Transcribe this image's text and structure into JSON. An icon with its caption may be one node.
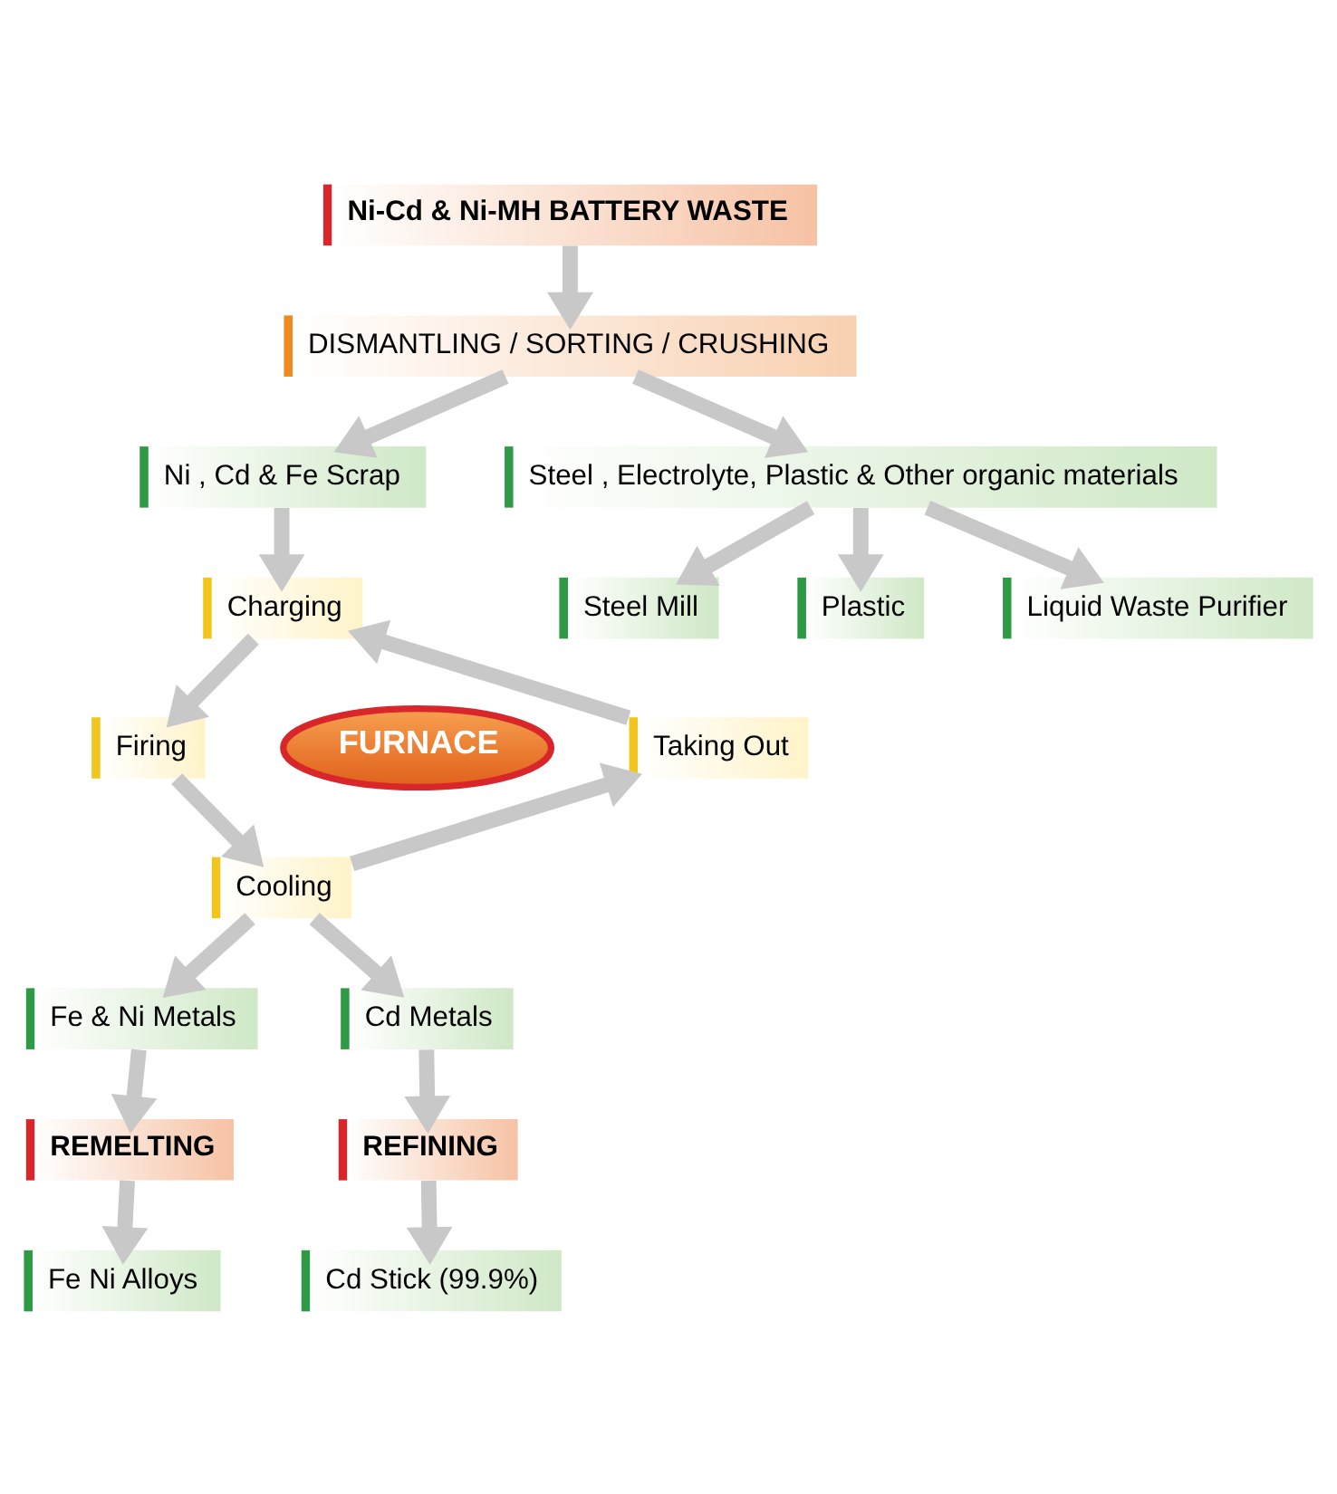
{
  "diagram": {
    "nodes": [
      {
        "text": [
          "Ni-Cd & Ni-MH BATTERY WASTE"
        ]
      },
      {
        "text": [
          "DISMANTLING / SORTING / CRUSHING"
        ]
      },
      {
        "text": [
          "Ni , Cd & Fe Scrap"
        ]
      },
      {
        "text": [
          "Steel , Electrolyte, Plastic & Other organic materials"
        ]
      },
      {
        "text": [
          "Charging"
        ]
      },
      {
        "text": [
          "Firing"
        ]
      },
      {
        "text": [
          "FURNACE"
        ]
      },
      {
        "text": [
          "Taking Out"
        ]
      },
      {
        "text": [
          "Cooling"
        ]
      },
      {
        "text": [
          "Fe & Ni Metals"
        ]
      },
      {
        "text": [
          "Cd Metals"
        ]
      },
      {
        "text": [
          "Steel Mill"
        ]
      },
      {
        "text": [
          "Plastic"
        ]
      },
      {
        "text": [
          "Liquid Waste Purifier"
        ]
      },
      {
        "text": [
          "REMELTING"
        ]
      },
      {
        "text": [
          "REFINING"
        ]
      },
      {
        "text": [
          "Fe Ni Alloys"
        ]
      },
      {
        "text": [
          "Cd Stick (99.9%)"
        ]
      }
    ],
    "edges": [
      {
        "from": 0,
        "to": 1,
        "arrow": "to"
      },
      {
        "from": 1,
        "to": 2,
        "arrow": "to"
      },
      {
        "from": 1,
        "to": 3,
        "arrow": "to"
      },
      {
        "from": 2,
        "to": 4,
        "arrow": "to"
      },
      {
        "from": 4,
        "to": 5,
        "arrow": "to"
      },
      {
        "from": 5,
        "to": 8,
        "arrow": "to"
      },
      {
        "from": 8,
        "to": 7,
        "arrow": "to"
      },
      {
        "from": 7,
        "to": 4,
        "arrow": "to"
      },
      {
        "from": 8,
        "to": 9,
        "arrow": "to"
      },
      {
        "from": 8,
        "to": 10,
        "arrow": "to"
      },
      {
        "from": 9,
        "to": 14,
        "arrow": "to"
      },
      {
        "from": 14,
        "to": 16,
        "arrow": "to"
      },
      {
        "from": 10,
        "to": 15,
        "arrow": "to"
      },
      {
        "from": 15,
        "to": 17,
        "arrow": "to"
      },
      {
        "from": 3,
        "to": 11,
        "arrow": "to"
      },
      {
        "from": 3,
        "to": 12,
        "arrow": "to"
      },
      {
        "from": 3,
        "to": 13,
        "arrow": "to"
      }
    ]
  }
}
